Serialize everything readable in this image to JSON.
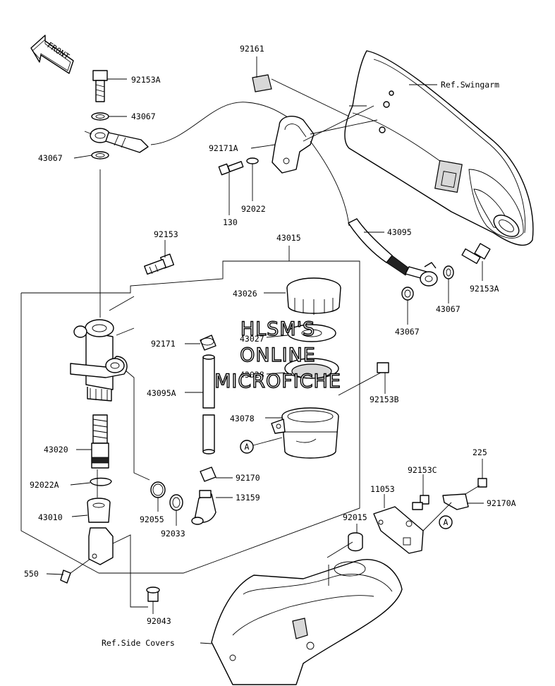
{
  "direction_label": "FRONT",
  "watermark": [
    "HLSM'S",
    "ONLINE",
    "MICROFICHE"
  ],
  "callouts": {
    "c92161": "92161",
    "ref_swingarm": "Ref.Swingarm",
    "c92153A_top": "92153A",
    "c43067_a": "43067",
    "c43067_b": "43067",
    "c92171A": "92171A",
    "c92022": "92022",
    "c130": "130",
    "c92153": "92153",
    "c43015": "43015",
    "c43095": "43095",
    "c92153A_right": "92153A",
    "c43067_c": "43067",
    "c43067_d": "43067",
    "c43026": "43026",
    "c92171": "92171",
    "c43027": "43027",
    "c43028": "43028",
    "c43095A": "43095A",
    "c92153B": "92153B",
    "c43078": "43078",
    "c43020": "43020",
    "c225": "225",
    "c92153C": "92153C",
    "c11053": "11053",
    "c92170A": "92170A",
    "c92170": "92170",
    "c92022A": "92022A",
    "c13159": "13159",
    "c92015": "92015",
    "c92055": "92055",
    "c92033": "92033",
    "c43010": "43010",
    "c550": "550",
    "c92043": "92043",
    "ref_side_covers": "Ref.Side Covers",
    "marker_a_left": "A",
    "marker_a_right": "A"
  }
}
